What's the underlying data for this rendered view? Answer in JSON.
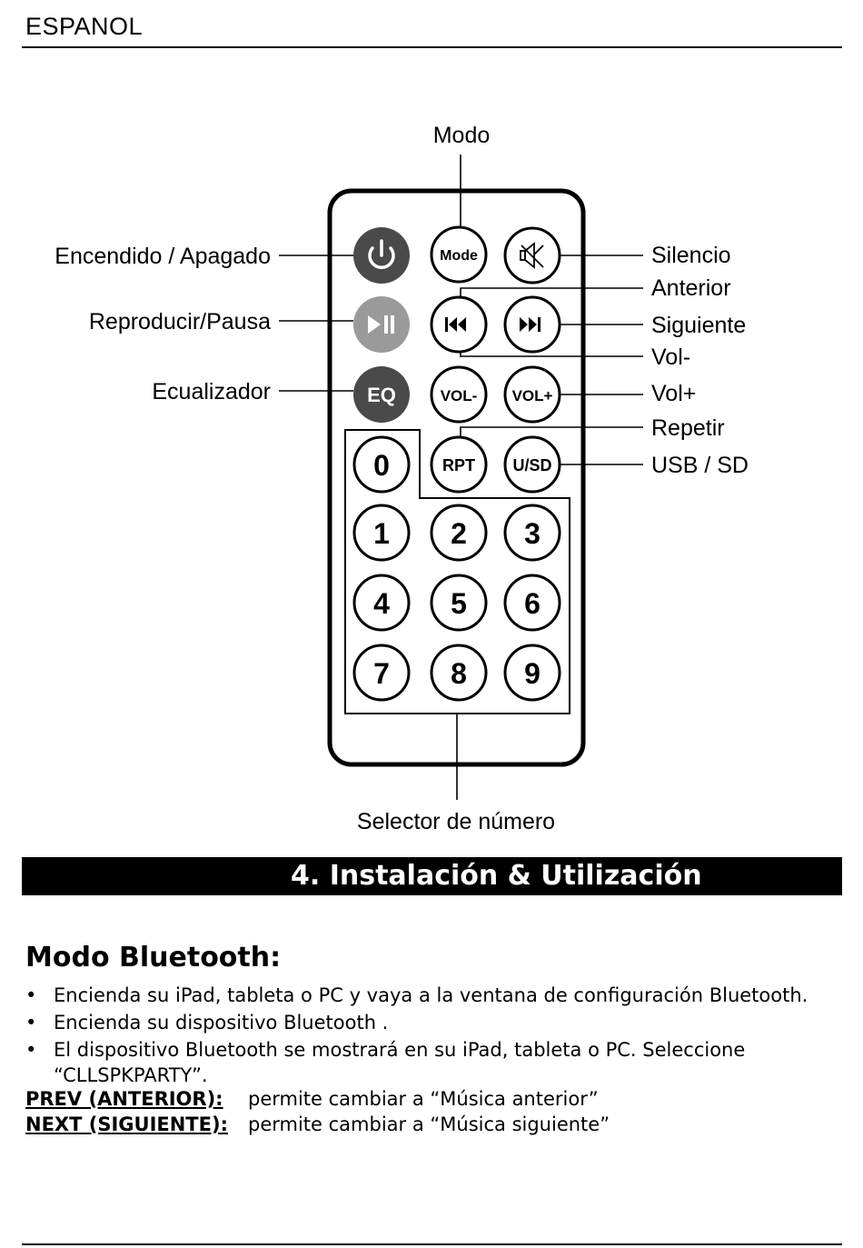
{
  "header": {
    "language": "ESPANOL"
  },
  "remote": {
    "callouts": {
      "mode": "Modo",
      "power": "Encendido / Apagado",
      "play_pause": "Reproducir/Pausa",
      "equalizer": "Ecualizador",
      "mute": "Silencio",
      "previous": "Anterior",
      "next": "Siguiente",
      "vol_down": "Vol-",
      "vol_up": "Vol+",
      "repeat": "Repetir",
      "usb_sd": "USB / SD",
      "number_selector": "Selector de número"
    },
    "buttons": {
      "mode": "Mode",
      "eq": "EQ",
      "vol_down": "VOL-",
      "vol_up": "VOL+",
      "repeat": "RPT",
      "usb_sd": "U/SD",
      "digits": [
        "0",
        "1",
        "2",
        "3",
        "4",
        "5",
        "6",
        "7",
        "8",
        "9"
      ]
    },
    "icons": {
      "power": "power-icon",
      "play_pause": "play-pause-icon",
      "mute": "mute-icon",
      "previous": "previous-track-icon",
      "next": "next-track-icon"
    },
    "colors": {
      "dark_button": "#4a4a4a",
      "light_button": "#9a9a9a"
    }
  },
  "section": {
    "title": "4.  Instalación & Utilización"
  },
  "bluetooth": {
    "title": "Modo Bluetooth:",
    "bullets": [
      "Encienda su iPad, tableta o PC y vaya a la ventana de configuración Bluetooth.",
      "Encienda su dispositivo Bluetooth .",
      "El dispositivo Bluetooth se mostrará en su iPad, tableta o PC. Seleccione"
    ],
    "bullet3_continuation": "“CLLSPKPARTY”.",
    "definitions": [
      {
        "term": "PREV (ANTERIOR):",
        "desc": "permite cambiar a “Música anterior”"
      },
      {
        "term": "NEXT (SIGUIENTE):",
        "desc": "permite cambiar a “Música siguiente”"
      }
    ]
  }
}
